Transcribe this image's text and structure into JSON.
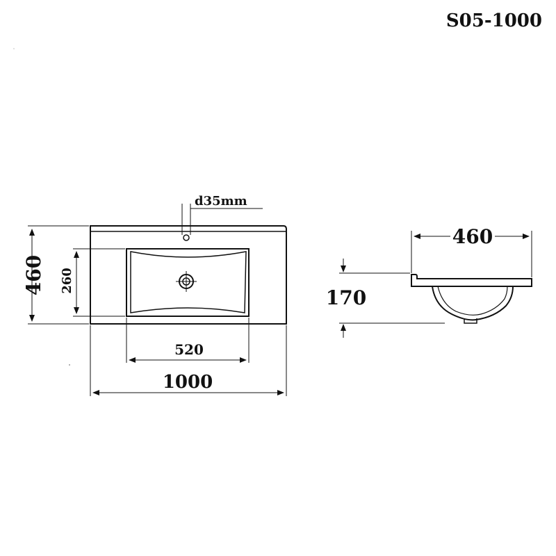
{
  "model_code": "S05-1000",
  "top_view": {
    "hole_label": "d35mm",
    "depth_label": "460",
    "bowl_depth_label": "260",
    "bowl_width_label": "520",
    "overall_width_label": "1000"
  },
  "side_view": {
    "depth_label": "460",
    "height_label": "170"
  }
}
